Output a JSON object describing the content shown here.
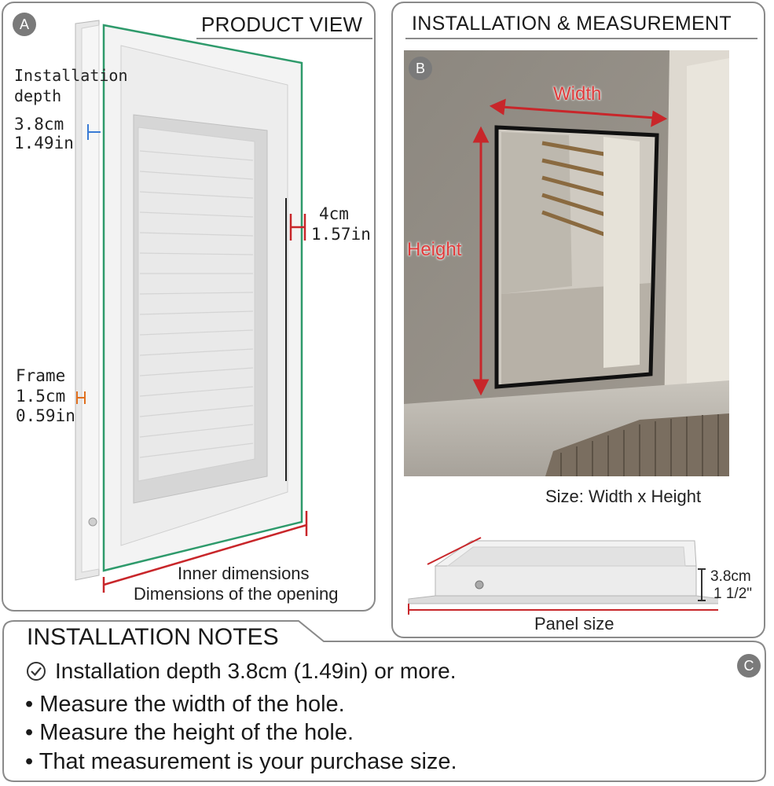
{
  "panel_a": {
    "badge": "A",
    "title": "PRODUCT VIEW",
    "install_depth_label_1": "Installation",
    "install_depth_label_2": "depth",
    "install_depth_cm": "3.8cm",
    "install_depth_in": "1.49in",
    "side_cm": "4cm",
    "side_in": "1.57in",
    "frame_label": "Frame",
    "frame_cm": "1.5cm",
    "frame_in": "0.59in",
    "inner_dimensions": "Inner dimensions",
    "opening_dimensions": "Dimensions of the opening"
  },
  "panel_b": {
    "badge": "B",
    "title": "INSTALLATION & MEASUREMENT",
    "width_label": "Width",
    "height_label": "Height",
    "size_caption": "Size: Width x Height",
    "depth_cm": "3.8cm",
    "depth_in": "1 1/2\"",
    "panel_size": "Panel size"
  },
  "notes": {
    "badge": "C",
    "title": "INSTALLATION NOTES",
    "check_line": "Installation depth 3.8cm (1.49in) or more.",
    "bullets": [
      "Measure the width of the hole.",
      "Measure the height of the hole.",
      "That measurement is your purchase size."
    ]
  },
  "colors": {
    "accent_red": "#c8262a",
    "accent_green": "#2e9a6b",
    "accent_blue": "#3a7bd5",
    "accent_orange": "#e07020",
    "panel_border": "#8a8a8a"
  }
}
